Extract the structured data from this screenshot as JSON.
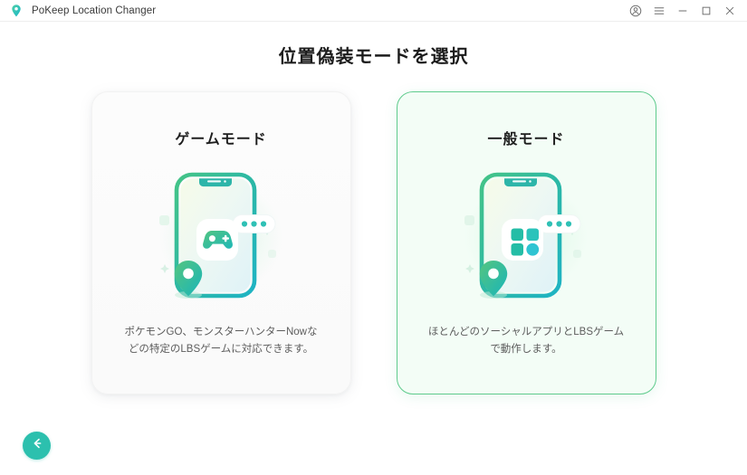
{
  "window": {
    "app_title": "PoKeep Location Changer",
    "logo_icon": "location-pin-logo",
    "controls": [
      {
        "name": "account-icon",
        "glyph": "account"
      },
      {
        "name": "menu-icon",
        "glyph": "hamburger"
      },
      {
        "name": "minimize-icon",
        "glyph": "minimize"
      },
      {
        "name": "maximize-icon",
        "glyph": "maximize"
      },
      {
        "name": "close-icon",
        "glyph": "close"
      }
    ]
  },
  "page": {
    "title": "位置偽装モードを選択"
  },
  "cards": [
    {
      "id": "game-mode",
      "title": "ゲームモード",
      "description": "ポケモンGO、モンスターハンターNowなどの特定のLBSゲームに対応できます。",
      "icon": "game-controller-icon",
      "selected": false
    },
    {
      "id": "general-mode",
      "title": "一般モード",
      "description": "ほとんどのソーシャルアプリとLBSゲームで動作します。",
      "icon": "app-grid-icon",
      "selected": true
    }
  ],
  "footer": {
    "back_button_icon": "arrow-left-icon",
    "back_button_label": ""
  },
  "colors": {
    "accent_teal": "#2cc0ae",
    "accent_green": "#3fb878",
    "selected_border": "#5fcb8d",
    "selected_bg": "#f3fdf6",
    "title_text": "#1c1c1c",
    "body_text": "#5d5d5d"
  }
}
